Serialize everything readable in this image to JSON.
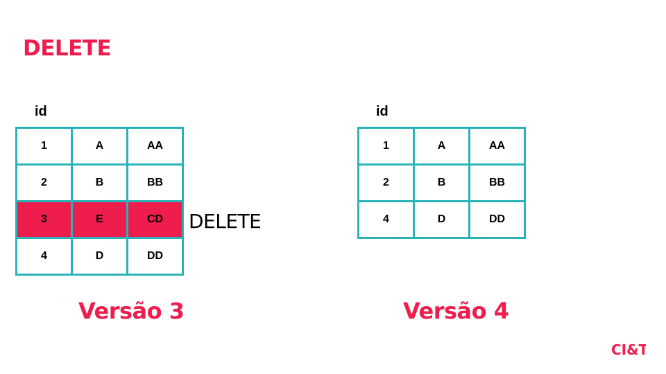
{
  "slide": {
    "title": "DELETE",
    "side_label": "DELETE"
  },
  "left_table": {
    "id_label": "id",
    "rows": [
      [
        "1",
        "A",
        "AA"
      ],
      [
        "2",
        "B",
        "BB"
      ],
      [
        "3",
        "E",
        "CD"
      ],
      [
        "4",
        "D",
        "DD"
      ]
    ],
    "deleted_row_index": 2,
    "caption": "Versão 3"
  },
  "right_table": {
    "id_label": "id",
    "rows": [
      [
        "1",
        "A",
        "AA"
      ],
      [
        "2",
        "B",
        "BB"
      ],
      [
        "4",
        "D",
        "DD"
      ]
    ],
    "caption": "Versão 4"
  },
  "logo": {
    "text": "CI&T",
    "color": "#ee1d4d",
    "accent": "#2ab3b8"
  },
  "colors": {
    "brand_red": "#ee1d4d",
    "grid_teal": "#2ab3b8"
  }
}
